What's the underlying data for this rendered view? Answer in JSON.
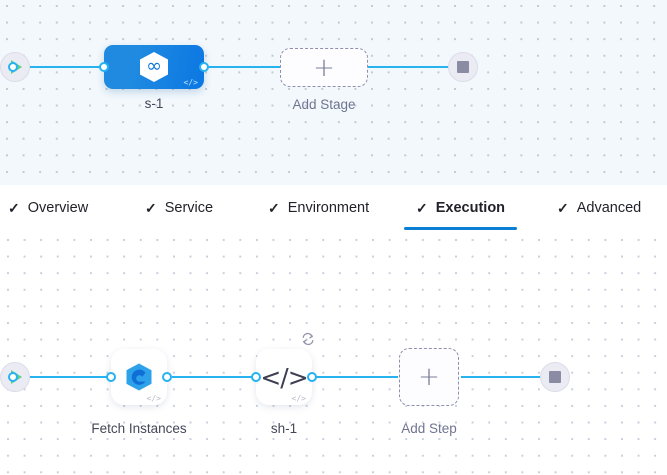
{
  "stage_canvas": {
    "name": "pipeline-stage-canvas",
    "background_color": "#f2f8fc",
    "start_node": {
      "icon": "play-icon",
      "label": "Start"
    },
    "end_node": {
      "icon": "stop-icon",
      "label": "End"
    },
    "nodes": [
      {
        "id": "stage-1",
        "caption": "s-1",
        "icon": "harness-hexagon-infinity-icon",
        "badge": "</>",
        "type": "stage",
        "selected": true,
        "accent": "#1f8ae0"
      }
    ],
    "add_placeholder": {
      "label": "Add Stage",
      "icon": "plus-icon"
    }
  },
  "tabbar": {
    "name": "stage-config-tabs",
    "active_index": 3,
    "active_underline_color": "#0b7fd4",
    "check_icon": "check-icon",
    "tabs": [
      {
        "label": "Overview"
      },
      {
        "label": "Service"
      },
      {
        "label": "Environment"
      },
      {
        "label": "Execution"
      },
      {
        "label": "Advanced"
      }
    ]
  },
  "step_canvas": {
    "name": "execution-step-canvas",
    "background_color": "#ffffff",
    "start_node": {
      "icon": "play-icon",
      "label": "Start"
    },
    "end_node": {
      "icon": "stop-icon",
      "label": "End"
    },
    "nodes": [
      {
        "id": "step-fetch-instances",
        "caption": "Fetch Instances",
        "icon": "harness-hexagon-logo-icon",
        "badge": "</>",
        "looping": false
      },
      {
        "id": "step-sh-1",
        "caption": "sh-1",
        "icon": "code-brackets-icon",
        "badge": "</>",
        "looping": true,
        "loop_icon": "repeat-loop-icon"
      }
    ],
    "add_placeholder": {
      "label": "Add Step",
      "icon": "plus-icon"
    }
  },
  "colors": {
    "wire": "#27b2f0",
    "port_stroke": "#27b2f0",
    "terminal_fill": "#ebebf4",
    "play_green": "#5fd08a",
    "stop_gray": "#8b8ba3",
    "dashed_border": "#8e8fad"
  }
}
